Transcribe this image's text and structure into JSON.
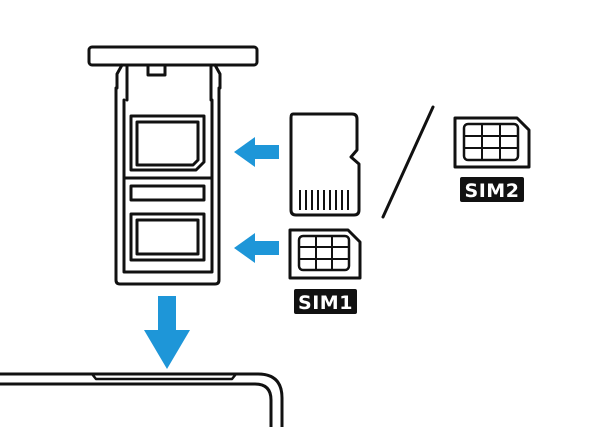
{
  "labels": {
    "sim1": "SIM1",
    "sim2": "SIM2"
  },
  "colors": {
    "line": "#111111",
    "arrow": "#1e96d8",
    "background": "#ffffff",
    "label_text": "#ffffff"
  },
  "icons": [
    "sim-tray",
    "microsd-card",
    "nano-sim-card",
    "arrow-left",
    "arrow-down",
    "phone-body"
  ]
}
